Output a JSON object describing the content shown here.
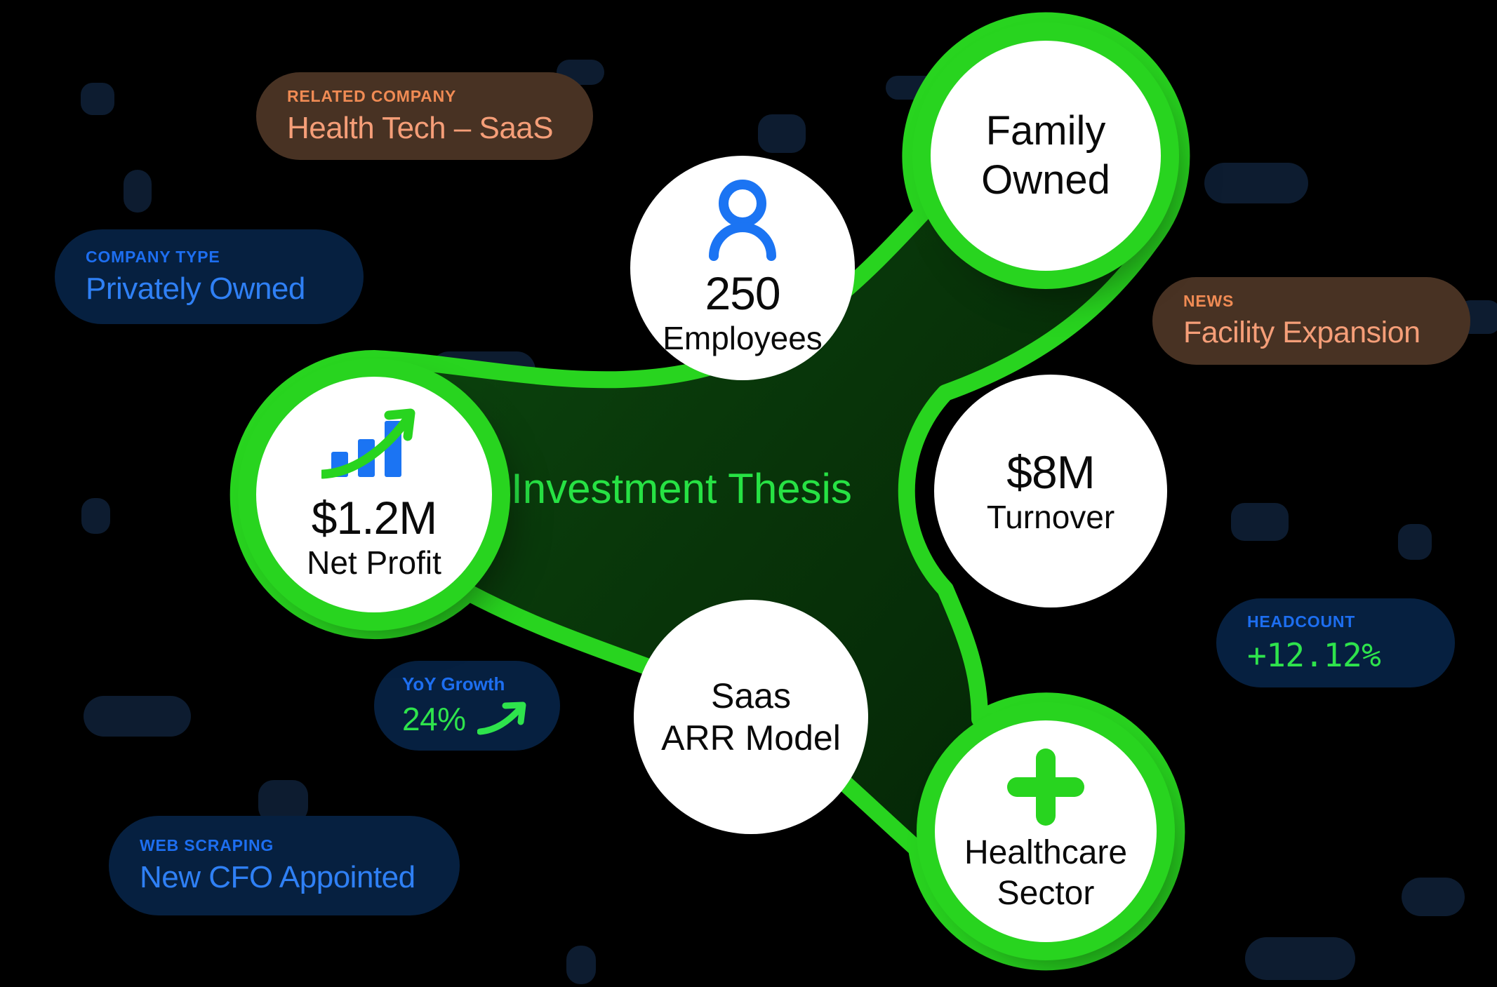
{
  "center": {
    "title": "Investment Thesis"
  },
  "nodes": [
    {
      "id": "employees",
      "line1": "250",
      "line2": "Employees",
      "icon": "person-icon",
      "ring": false
    },
    {
      "id": "family",
      "line1": "Family",
      "line2": "Owned",
      "icon": null,
      "ring": true
    },
    {
      "id": "netprofit",
      "line1": "$1.2M",
      "line2": "Net Profit",
      "icon": "bar-chart-growth-icon",
      "ring": true
    },
    {
      "id": "turnover",
      "line1": "$8M",
      "line2": "Turnover",
      "icon": null,
      "ring": false
    },
    {
      "id": "saas",
      "line1": "Saas",
      "line2": "ARR Model",
      "icon": null,
      "ring": false
    },
    {
      "id": "healthcare",
      "line1": "Healthcare",
      "line2": "Sector",
      "icon": "plus-icon",
      "ring": true
    }
  ],
  "tags": [
    {
      "id": "related-company",
      "label": "RELATED COMPANY",
      "value": "Health Tech – SaaS",
      "theme": "brown"
    },
    {
      "id": "company-type",
      "label": "COMPANY TYPE",
      "value": "Privately Owned",
      "theme": "blue"
    },
    {
      "id": "news",
      "label": "NEWS",
      "value": "Facility Expansion",
      "theme": "brown"
    },
    {
      "id": "headcount",
      "label": "HEADCOUNT",
      "value": "+12.12%",
      "theme": "blue",
      "value_color": "green"
    },
    {
      "id": "yoy-growth",
      "label": "YoY Growth",
      "value": "24%",
      "theme": "blue",
      "value_color": "green",
      "icon": "trend-up-arrow-icon"
    },
    {
      "id": "web-scraping",
      "label": "WEB SCRAPING",
      "value": "New CFO Appointed",
      "theme": "blue"
    }
  ],
  "colors": {
    "background": "#000000",
    "bright_green": "#28d41f",
    "green_text": "#27e244",
    "blob_fill_light": "#0d4a10",
    "blob_fill_dark": "#042506",
    "blue_icon": "#1b74f3",
    "blue_label": "#1d6ef0",
    "blue_value": "#2f80f5",
    "orange_label": "#f08b54",
    "orange_value": "#f59e78",
    "navy_pill": "#062040",
    "brown_pill": "#483223"
  }
}
